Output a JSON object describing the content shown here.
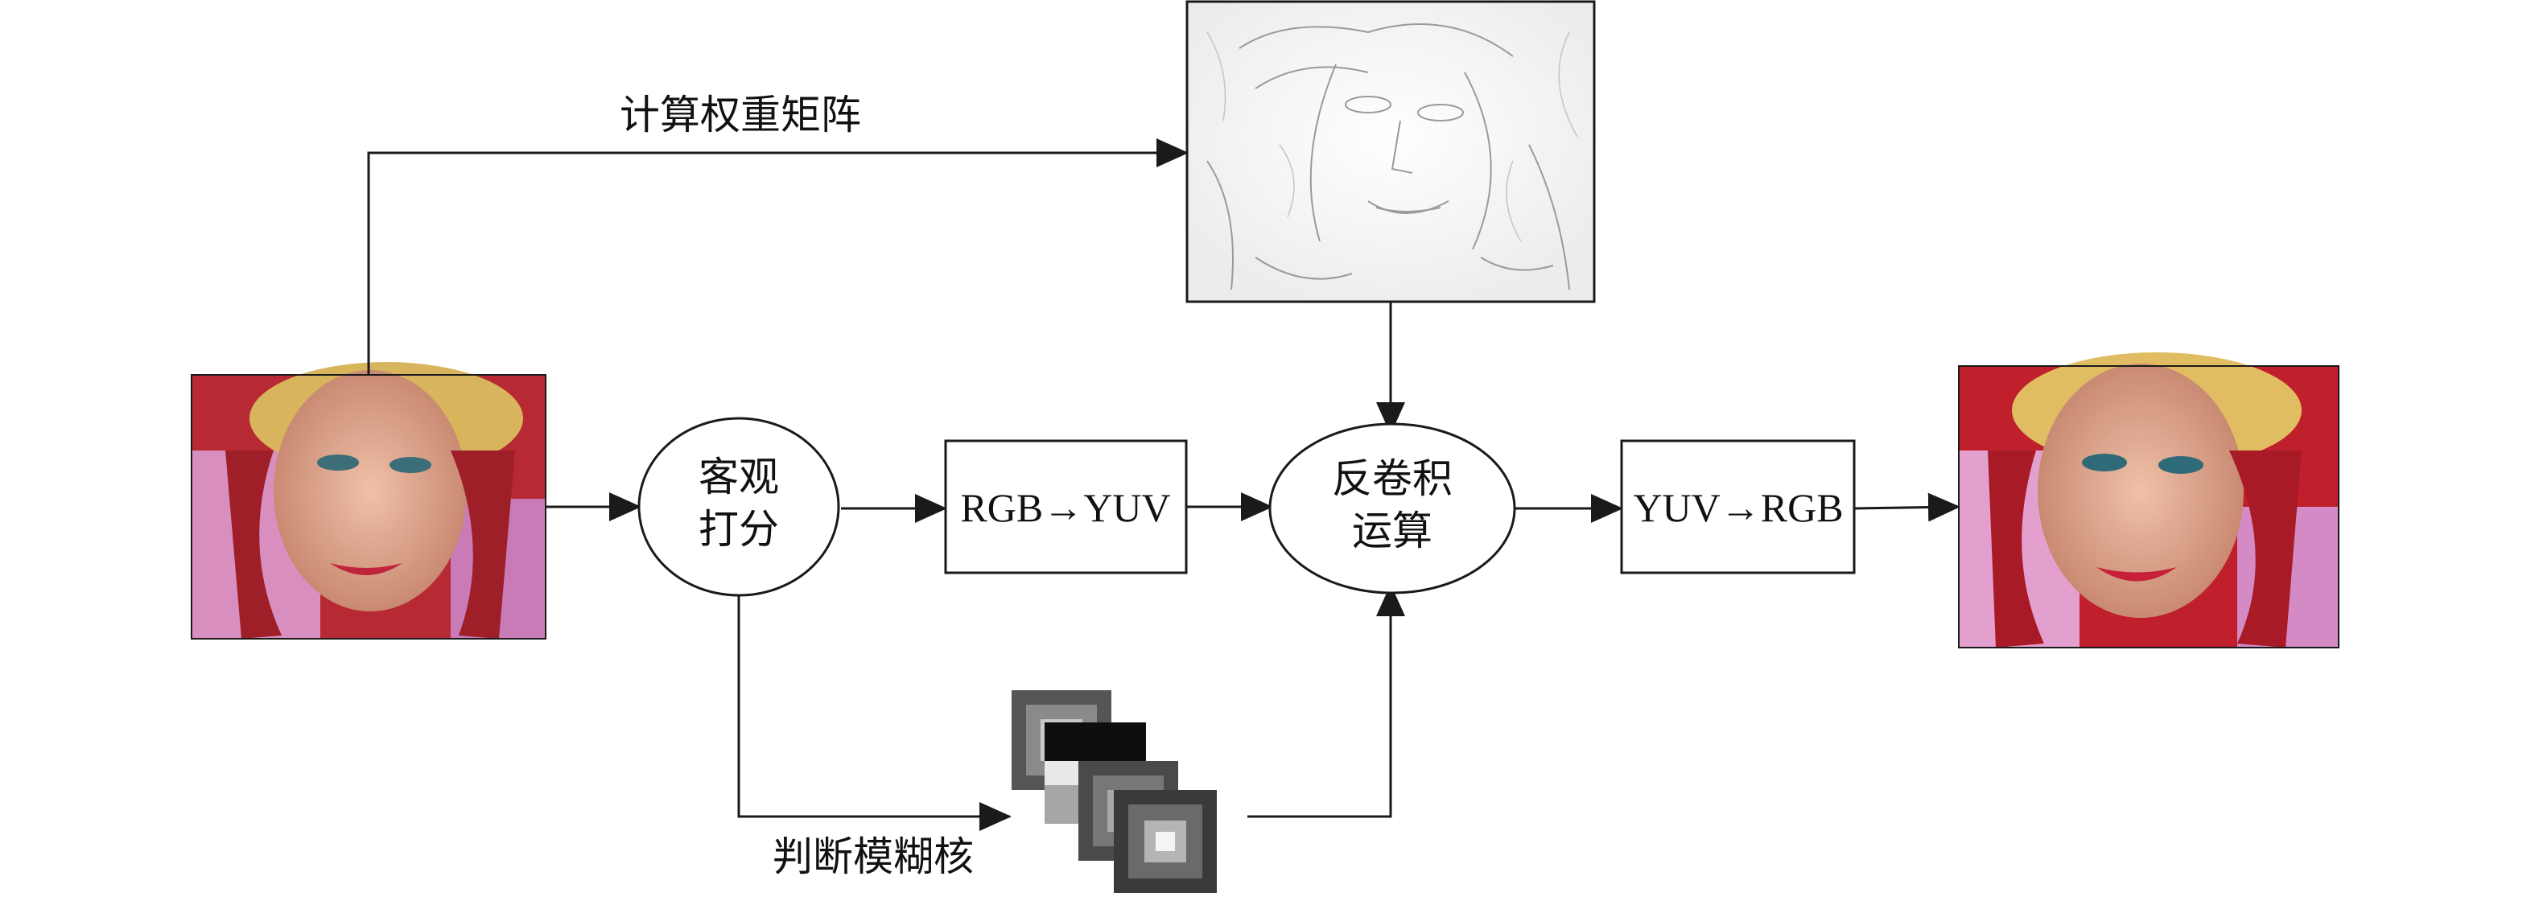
{
  "labels": {
    "weight_matrix": "计算权重矩阵",
    "objective_score_line1": "客观",
    "objective_score_line2": "打分",
    "rgb_to_yuv": "RGB→YUV",
    "deconv_line1": "反卷积",
    "deconv_line2": "运算",
    "yuv_to_rgb": "YUV→RGB",
    "blur_kernel": "判断模糊核"
  },
  "images": {
    "input_photo": "blurred-face-photo",
    "weight_map": "edge-weight-map",
    "output_photo": "restored-face-photo",
    "kernels": "blur-kernel-stack"
  },
  "colors": {
    "stroke": "#1a1a1a",
    "hat_red": "#b3262e",
    "skin": "#d9a08a",
    "hair": "#d8b45c",
    "background_pink": "#d99ac8"
  }
}
